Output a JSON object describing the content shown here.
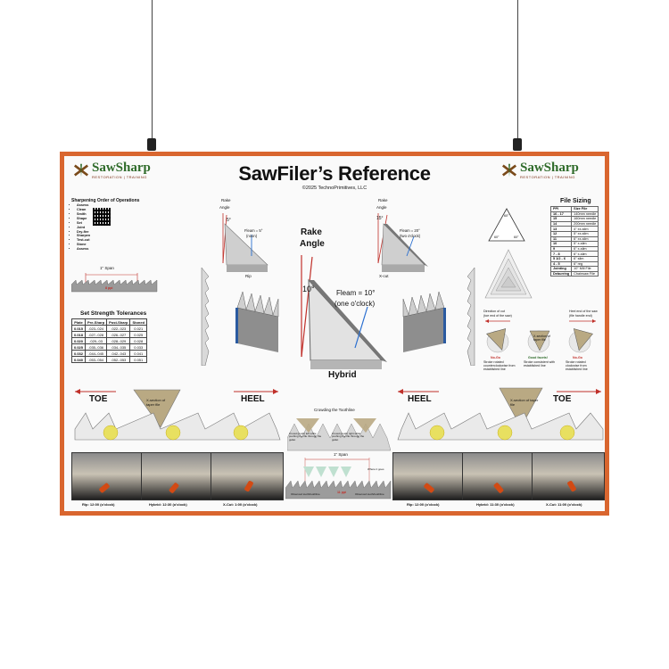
{
  "poster": {
    "title": "SawFiler’s Reference",
    "copyright": "©2025 TechnoPrimitives, LLC",
    "border_color": "#d9662f",
    "brand": {
      "name": "SawSharp",
      "tagline": "RESTORATION | TRAINING",
      "icon": "crossed-saws-icon"
    }
  },
  "ops": {
    "title": "Sharpening Order of Operations",
    "items": [
      "Assess",
      "Clean",
      "Smith",
      "Shape",
      "Set",
      "Joint",
      "Dry-fire",
      "Sharpen",
      "Test-cut",
      "Stone",
      "Assess"
    ]
  },
  "span": {
    "label": "1\" Span",
    "count": "8 ppi"
  },
  "tolerances": {
    "title": "Set Strength Tolerances",
    "headers": [
      "Plate",
      "Pre-Sharp",
      "Post-Sharp",
      "Stoned"
    ],
    "rows": [
      [
        "0.015",
        ".023-.024",
        ".022-.023",
        "0.021"
      ],
      [
        "0.018",
        ".027-.028",
        ".026-.027",
        "0.025"
      ],
      [
        "0.020",
        ".029-.03",
        ".028-.029",
        "0.028"
      ],
      [
        "0.025",
        ".035-.036",
        ".034-.035",
        "0.033"
      ],
      [
        "0.032",
        ".044-.045",
        ".042-.043",
        "0.041"
      ],
      [
        "0.040",
        ".053-.054",
        ".052-.053",
        "0.051"
      ]
    ]
  },
  "rip": {
    "rake": "Rake",
    "angle": "Angle",
    "rake_deg": "5°",
    "fleam": "Fleam = 5°",
    "clock": "(noon)",
    "name": "Rip"
  },
  "hybrid": {
    "rake": "Rake",
    "angle": "Angle",
    "rake_deg": "10°",
    "fleam": "Fleam = 10°",
    "clock": "(one o'clock)",
    "name": "Hybrid"
  },
  "xcut": {
    "rake": "Rake",
    "angle": "Angle",
    "rake_deg": "15°",
    "fleam": "Fleam = 20°",
    "clock": "(two o'clock)",
    "name": "X-cut"
  },
  "file_sizing": {
    "title": "File Sizing",
    "headers": [
      "PPI",
      "Size File"
    ],
    "rows": [
      [
        "16 - 17",
        "140mm needle"
      ],
      [
        "15",
        "160mm needle"
      ],
      [
        "14",
        "200mm needle"
      ],
      [
        "13",
        "4\" xx-slim"
      ],
      [
        "12",
        "5\" xx-slim"
      ],
      [
        "11",
        "6\" xx-slim"
      ],
      [
        "10",
        "5\" x-slim"
      ],
      [
        "9",
        "6\" x-slim"
      ],
      [
        "7 - 8",
        "6\" x-slim"
      ],
      [
        "5 1/2 - 6",
        "6\" slim"
      ],
      [
        "4 - 5",
        "6\" reg"
      ],
      [
        "Jointing",
        "10\" Mill File"
      ],
      [
        "Deburring",
        "Chainsaw File"
      ]
    ],
    "angles": [
      "60°",
      "60°",
      "60°"
    ]
  },
  "direction": {
    "cut_label": "Direction of cut",
    "cut_sub": "(toe end of the saw)",
    "heel_label": "Heel end of the saw",
    "heel_sub": "(file handle end)",
    "xsection": "X-section of taper file",
    "nogo1": "No-Go",
    "nogo1_sub": "Stroke rotated counterclockwise from established line",
    "good": "Good facets!",
    "good_sub": "Stroke consistent with established line",
    "nogo2": "No-Go",
    "nogo2_sub": "Stroke rotated clockwise from established line"
  },
  "orientation_left": {
    "toe": "TOE",
    "heel": "HEEL",
    "xsection": "X-section of taper file"
  },
  "orientation_right": {
    "heel": "HEEL",
    "toe": "TOE",
    "xsection": "X-section of taper file"
  },
  "crowding": {
    "title": "Crowding the Toothline",
    "left_note": "Crowd (push) left while pushing the file through the gullet",
    "right_note": "Crowd (push) right while pushing the file through the gullet",
    "span": "1\" Span",
    "ppi": "11 ppi",
    "left_fb": "Observed tooth/toothline",
    "right_fb": "Observed tooth/toothline",
    "where": "Where it goes"
  },
  "captions_left": [
    "Rip: 12:00 (o'clock)",
    "Hybrid: 12:30 (o'clock)",
    "X-Cut: 1:00 (o'clock)"
  ],
  "captions_right": [
    "Rip: 12:00 (o'clock)",
    "Hybrid: 11:30 (o'clock)",
    "X-Cut: 11:00 (o'clock)"
  ],
  "colors": {
    "fleam_arrow": "#2a6fd0",
    "rake_arrow": "#c0302a",
    "file_tan": "#b9a983",
    "brand_green": "#2f6b2a"
  }
}
